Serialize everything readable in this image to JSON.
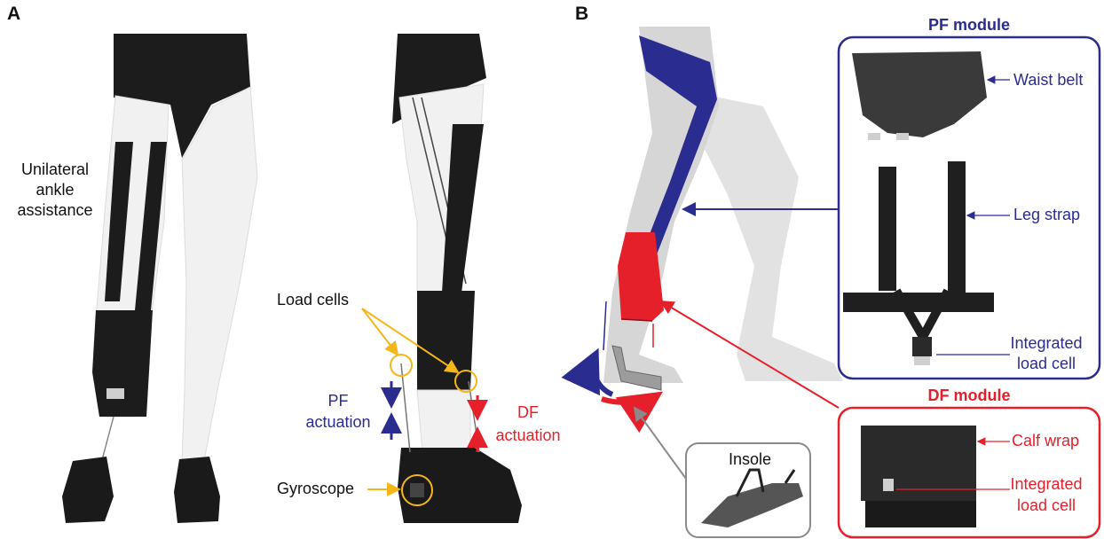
{
  "panel_a": {
    "letter": "A",
    "unilateral_line1": "Unilateral",
    "unilateral_line2": "ankle",
    "unilateral_line3": "assistance",
    "load_cells": "Load cells",
    "pf_line1": "PF",
    "pf_line2": "actuation",
    "df_line1": "DF",
    "df_line2": "actuation",
    "gyroscope": "Gyroscope"
  },
  "panel_b": {
    "letter": "B",
    "pf_module_title": "PF module",
    "waist_belt": "Waist belt",
    "leg_strap": "Leg strap",
    "pf_load_line1": "Integrated",
    "pf_load_line2": "load cell",
    "df_module_title": "DF module",
    "calf_wrap": "Calf wrap",
    "df_load_line1": "Integrated",
    "df_load_line2": "load cell",
    "insole": "Insole"
  },
  "colors": {
    "pf_blue": "#2b2c8f",
    "df_red": "#e5202a",
    "highlight_yellow": "#f5b619",
    "garment_black": "#1c1c1c",
    "mannequin_white": "#f1f1f1",
    "silhouette_gray": "#d6d6d6"
  }
}
